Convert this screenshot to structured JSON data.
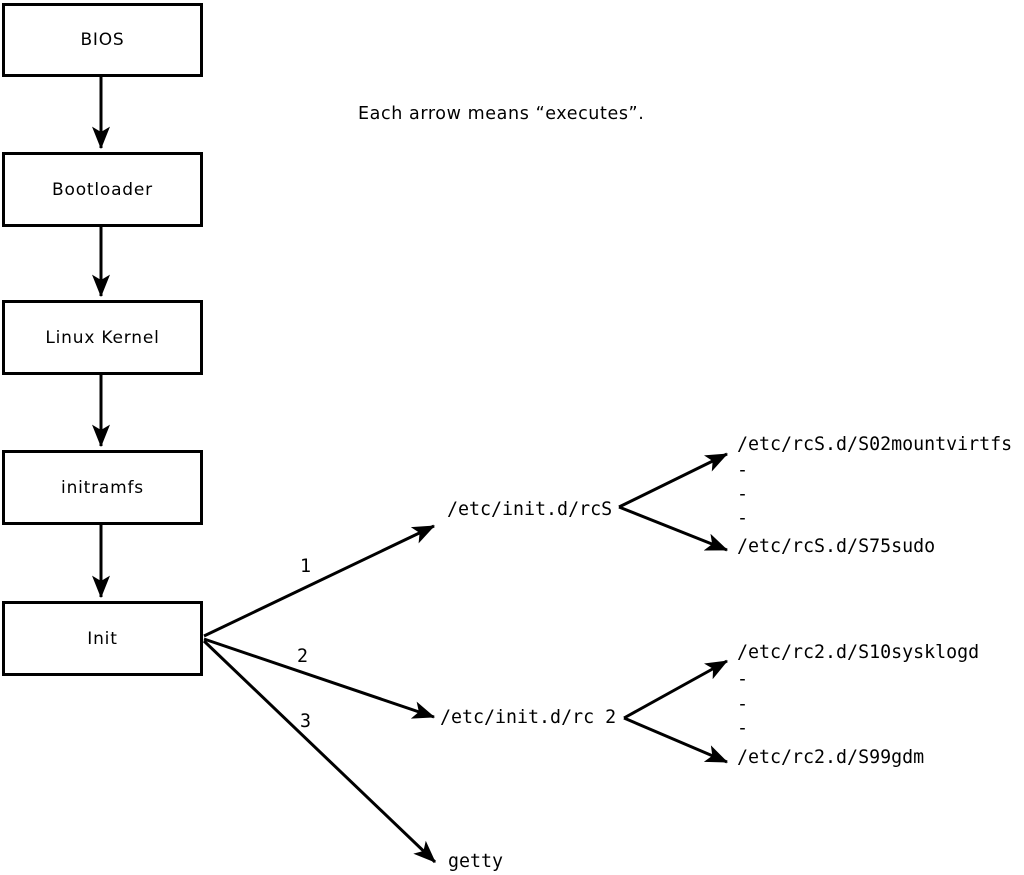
{
  "note": "Each arrow means “executes”.",
  "chain": [
    {
      "label": "BIOS"
    },
    {
      "label": "Bootloader"
    },
    {
      "label": "Linux Kernel"
    },
    {
      "label": "initramfs"
    },
    {
      "label": "Init"
    }
  ],
  "branches": [
    {
      "number": "1",
      "target": "/etc/init.d/rcS"
    },
    {
      "number": "2",
      "target": "/etc/init.d/rc 2"
    },
    {
      "number": "3",
      "target": "getty"
    }
  ],
  "fans": [
    {
      "items": [
        "/etc/rcS.d/S02mountvirtfs",
        "-",
        "-",
        "-",
        "/etc/rcS.d/S75sudo"
      ]
    },
    {
      "items": [
        "/etc/rc2.d/S10sysklogd",
        "-",
        "-",
        "-",
        "/etc/rc2.d/S99gdm"
      ]
    }
  ],
  "colors": {
    "ink": "#000000",
    "background": "#ffffff"
  }
}
